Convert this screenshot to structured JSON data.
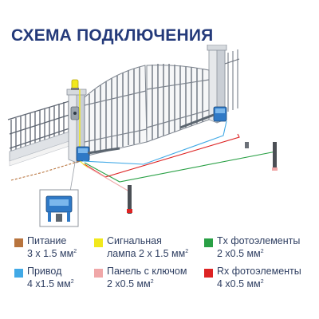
{
  "title": "СХЕМА ПОДКЛЮЧЕНИЯ",
  "legend": [
    {
      "line1": "Питание",
      "line2": "3 x 1.5 мм",
      "sup": "2",
      "color": "#b8743e"
    },
    {
      "line1": "Сигнальная",
      "line2": "лампа 2 x 1.5 мм",
      "sup": "2",
      "color": "#f1e81d"
    },
    {
      "line1": "Tx фотоэлементы",
      "line2": "2 x0.5 мм",
      "sup": "2",
      "color": "#29a045"
    },
    {
      "line1": "Привод",
      "line2": "4 x1.5 мм",
      "sup": "2",
      "color": "#41a9e6"
    },
    {
      "line1": "Панель с ключом",
      "line2": "2 x0.5 мм",
      "sup": "2",
      "color": "#f0a7a8"
    },
    {
      "line1": "Rx фотоэлементы",
      "line2": "4 x0.5 мм",
      "sup": "2",
      "color": "#dd2323"
    }
  ],
  "icons": [
    "gate-icon",
    "motor-icon",
    "flashing-lamp-icon",
    "photocell-icon",
    "key-panel-icon"
  ]
}
